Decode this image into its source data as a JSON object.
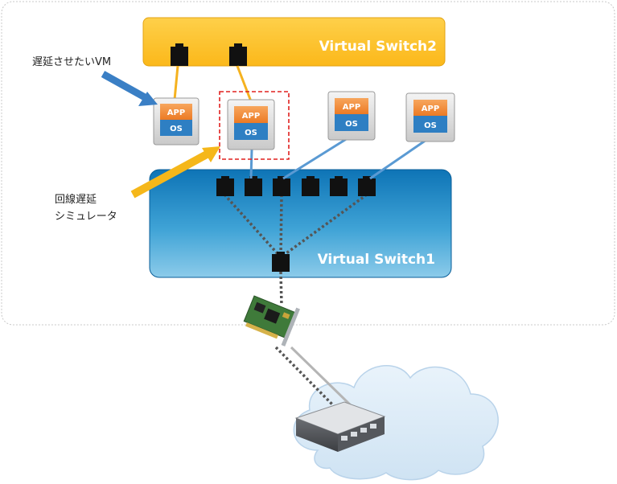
{
  "switch2": {
    "title": "Virtual Switch2"
  },
  "switch1": {
    "title": "Virtual Switch1"
  },
  "vm_labels": {
    "app": "APP",
    "os": "OS"
  },
  "callouts": {
    "delay_vm": "遅延させたいVM",
    "simulator_line1": "回線遅延",
    "simulator_line2": "シミュレータ"
  },
  "colors": {
    "switch2_fill": "#fdc02d",
    "switch1_fill": "#2f9bd1",
    "app_orange": "#f28a3a",
    "os_blue": "#2e7fc3",
    "link_orange": "#f5b21f",
    "link_blue": "#5a9ad3",
    "highlight_dash": "#e0201e"
  },
  "icons": {
    "host_frame": "rounded-frame",
    "port": "port-icon",
    "nic": "nic-card-icon",
    "router": "router-icon",
    "cloud": "cloud-icon",
    "arrow": "arrow-icon"
  }
}
